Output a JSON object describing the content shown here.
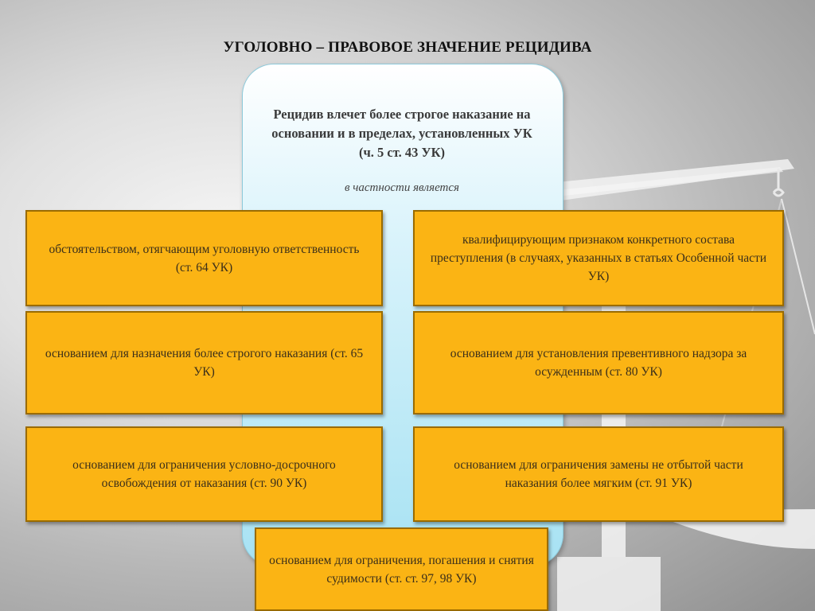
{
  "title": "УГОЛОВНО – ПРАВОВОЕ ЗНАЧЕНИЕ РЕЦИДИВА",
  "center": {
    "text": "Рецидив влечет более строгое наказание на основании и в пределах, установленных УК (ч. 5 ст. 43 УК)",
    "subtext": "в частности является"
  },
  "boxes": [
    "обстоятельством, отягчающим уголовную ответственность (ст. 64 УК)",
    "квалифицирующим признаком конкретного состава преступления (в случаях, указанных в статьях Особенной части УК)",
    "основанием для назначения более строгого наказания (ст. 65 УК)",
    "основанием для установления превентивного надзора за осужденным (ст. 80 УК)",
    "основанием для ограничения условно-досрочного освобождения от наказания (ст. 90 УК)",
    "основанием для ограничения замены не отбытой части наказания более мягким (ст. 91 УК)",
    "основанием для ограничения, погашения и снятия судимости (ст. ст. 97, 98 УК)"
  ],
  "colors": {
    "box_fill": "#fbb414",
    "box_border": "#9a6b00",
    "center_panel": "#a7e2f3"
  }
}
